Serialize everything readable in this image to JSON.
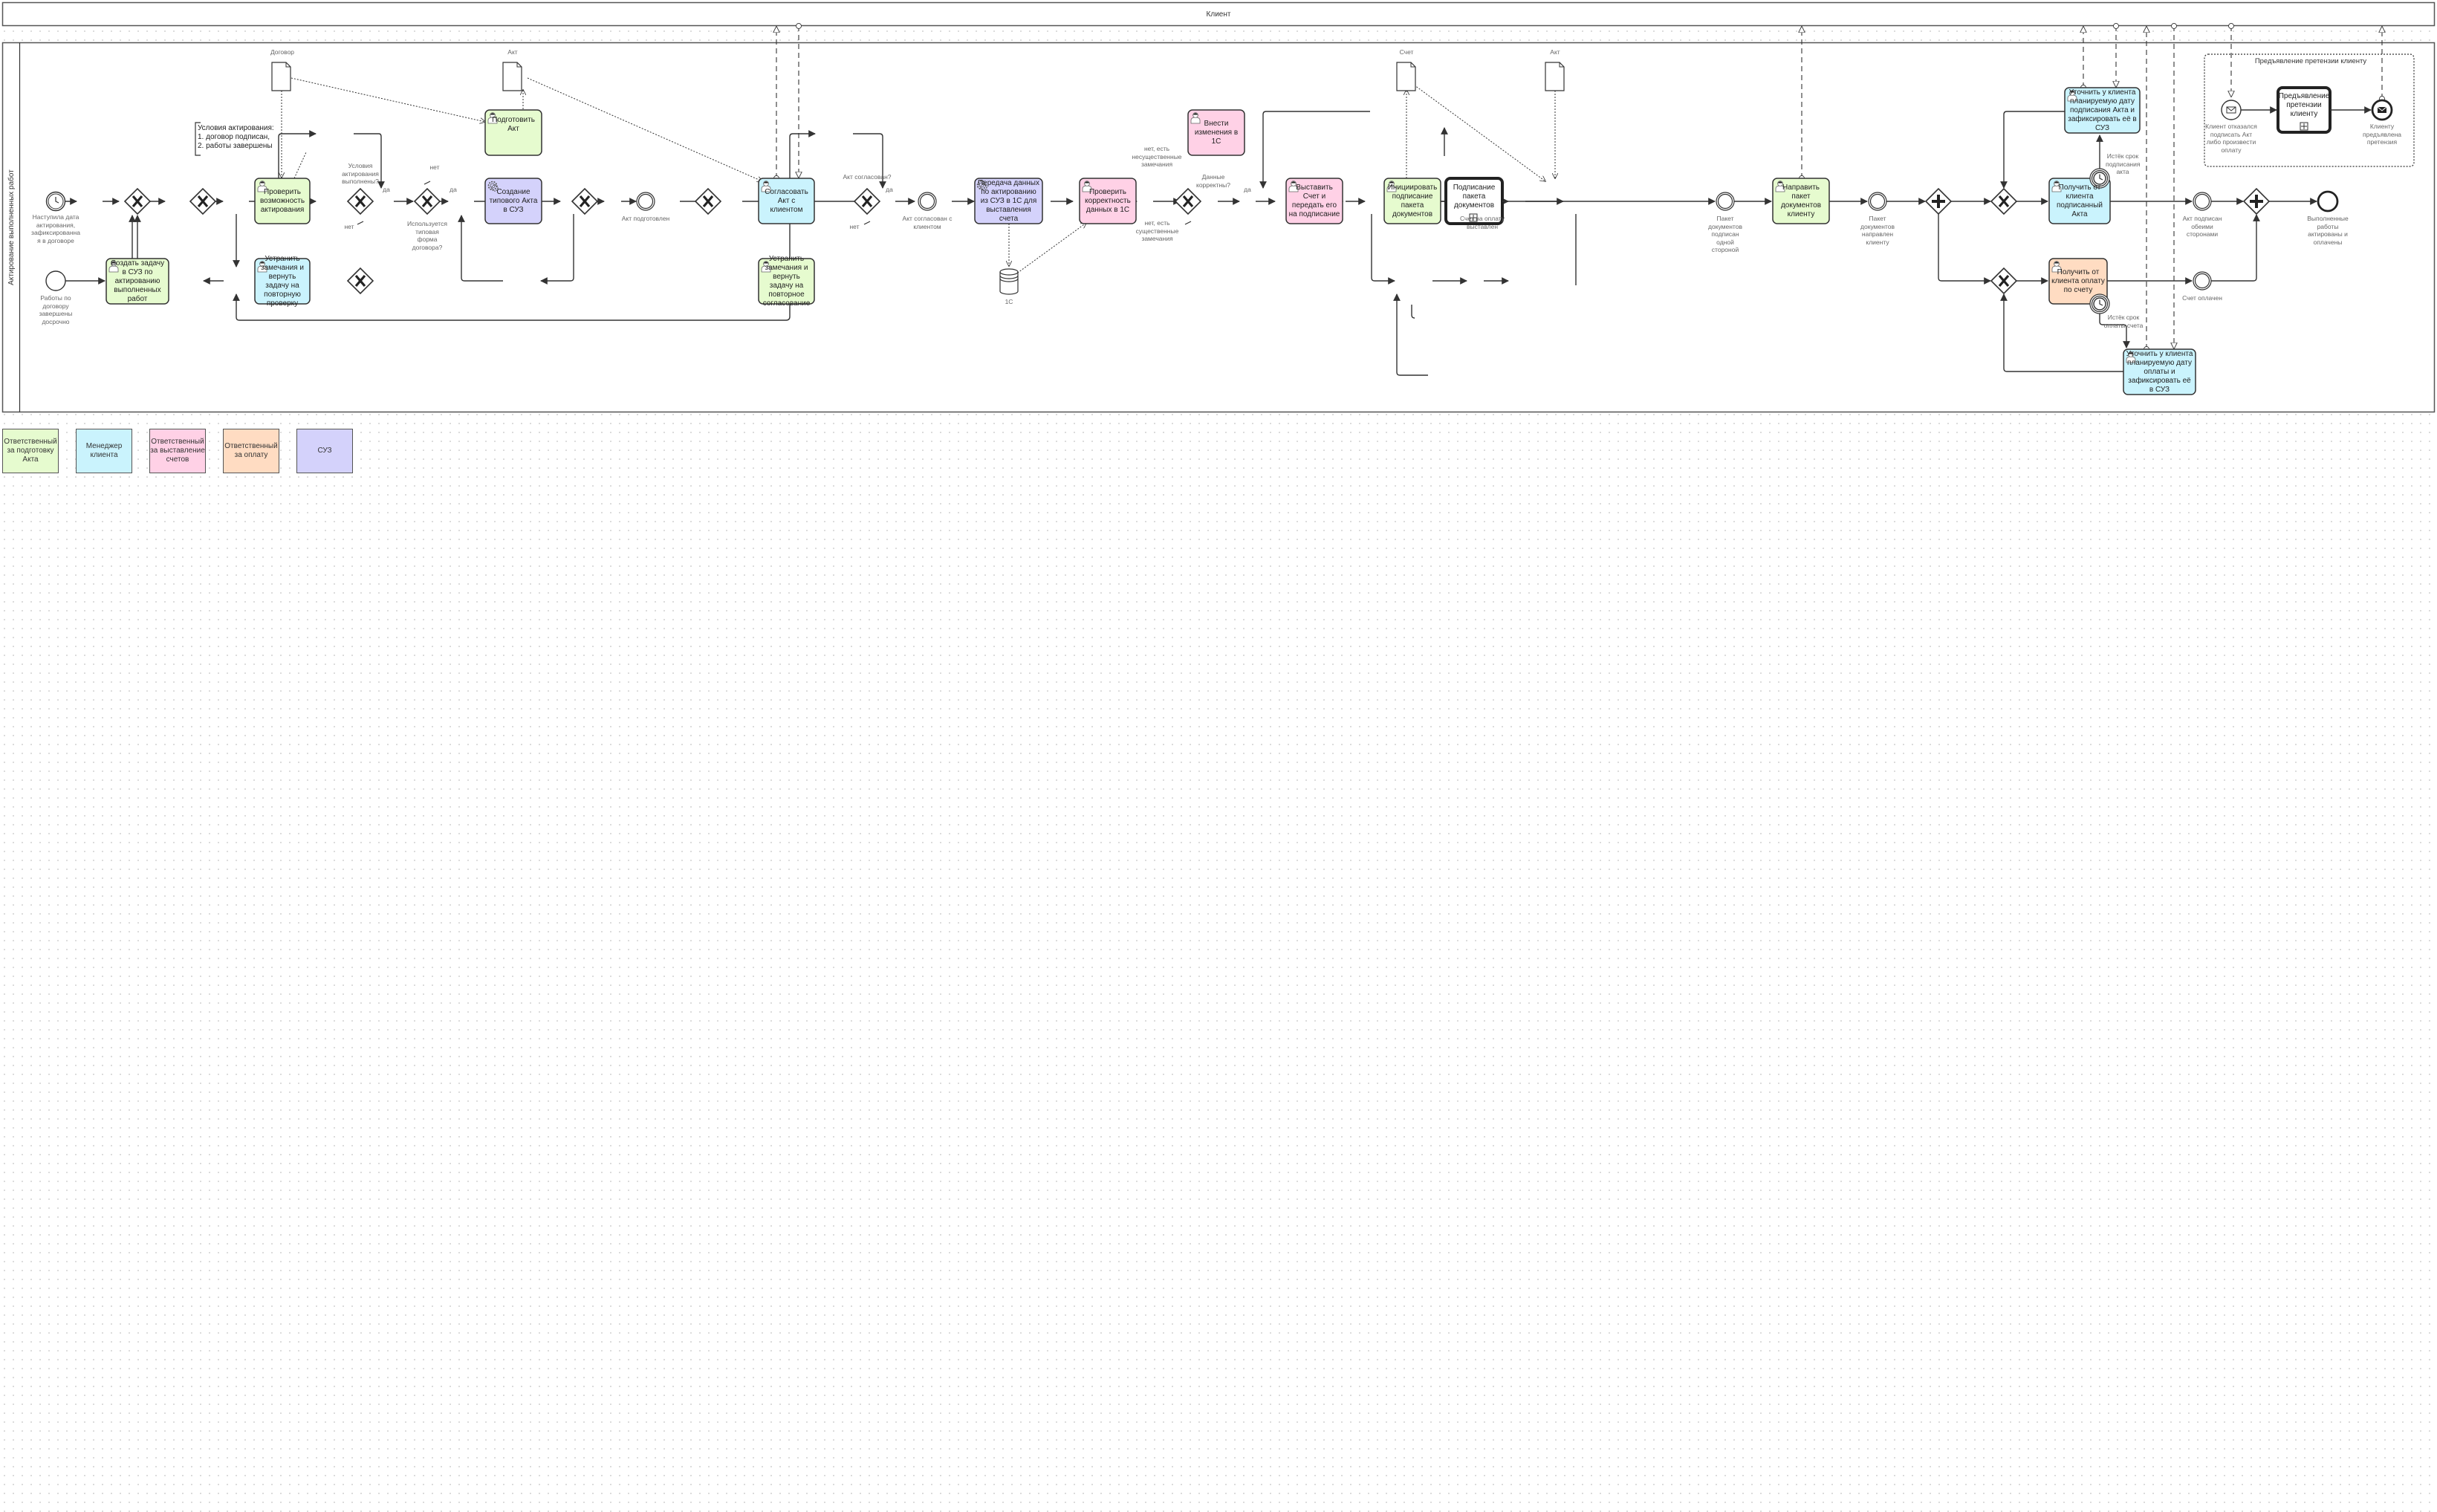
{
  "pools": {
    "client": {
      "title": "Клиент"
    },
    "main": {
      "title": "Актирование выполненных работ"
    }
  },
  "colors": {
    "act_prep": "#e6fbcf",
    "manager": "#caf3fd",
    "billing": "#ffd1e6",
    "payment": "#ffdcc2",
    "suz": "#d4d2fb"
  },
  "events": {
    "start_timer": "Наступила дата актирования, зафиксированна я в договоре",
    "start_plain": "Работы по договору завершены досрочно",
    "act_prepared": "Акт подготовлен",
    "act_agreed": "Акт согласован с клиентом",
    "invoice_issued": "Счет на оплату выставлен",
    "signed_one_side": "Пакет документов подписан одной стороной",
    "sent_to_client": "Пакет документов направлен клиенту",
    "act_signed_both": "Акт подписан обеими сторонами",
    "invoice_paid": "Счет оплачен",
    "end": "Выполненные работы актированы и оплачены",
    "timer_sign": "Истёк срок подписания акта",
    "timer_pay": "Истёк срок оплаты счета",
    "claim_start": "Клиент отказался подписать Акт либо произвести оплату",
    "claim_end": "Клиенту предъявлена претензия"
  },
  "tasks": {
    "create_task": "Создать задачу в СУЗ по актированию выполненных работ",
    "check_possibility": "Проверить возможность актирования",
    "fix_return_check": "Устранить замечания и вернуть задачу на повторную проверку",
    "prepare_act": "Подготовить Акт",
    "create_typical": "Создание типового Акта в СУЗ",
    "agree_act": "Согласовать Акт с клиентом",
    "fix_return_agree": "Устранить замечания и вернуть задачу на повторное согласование",
    "transfer_data": "Передача данных по актированию из СУЗ в 1С для выставления счета",
    "check_data": "Проверить корректность данных в 1С",
    "edit_1c": "Внести изменения в 1С",
    "issue_invoice": "Выставить Счет и передать его на подписание",
    "init_signing": "Инициировать подписание пакета документов",
    "signing_sub": "Подписание пакета документов",
    "send_package": "Направить пакет документов клиенту",
    "get_signed_act": "Получить от клиента подписанный Акта",
    "clarify_sign_date": "Уточнить у клиента планируемую дату подписания Акта и зафиксировать её в СУЗ",
    "get_payment": "Получить от клиента оплату по счету",
    "clarify_pay_date": "Уточнить у клиента планируемую дату оплаты и зафиксировать её в СУЗ",
    "claim_sub": "Предъявление претензии клиенту"
  },
  "gateways": {
    "conditions_met": "Условия актирования выполнены?",
    "typical_form": "Используется типовая форма договора?",
    "act_agreed_q": "Акт согласован?",
    "data_correct": "Данные корректны?"
  },
  "flow_labels": {
    "yes": "да",
    "no": "нет",
    "minor": "нет, есть несущественные замечания",
    "major": "нет, есть существенные замечания"
  },
  "data_objects": {
    "contract": "Договор",
    "act1": "Акт",
    "invoice": "Счет",
    "act2": "Акт",
    "db_1c": "1С"
  },
  "annotation": "Условия актирования:\n1. договор подписан,\n2. работы завершены",
  "group_title": "Предъявление претензии клиенту",
  "legend": [
    {
      "label": "Ответственный за подготовку Акта",
      "color": "#e6fbcf"
    },
    {
      "label": "Менеджер клиента",
      "color": "#caf3fd"
    },
    {
      "label": "Ответственный за выставление счетов",
      "color": "#ffd1e6"
    },
    {
      "label": "Ответственный за оплату",
      "color": "#ffdcc2"
    },
    {
      "label": "СУЗ",
      "color": "#d4d2fb"
    }
  ]
}
